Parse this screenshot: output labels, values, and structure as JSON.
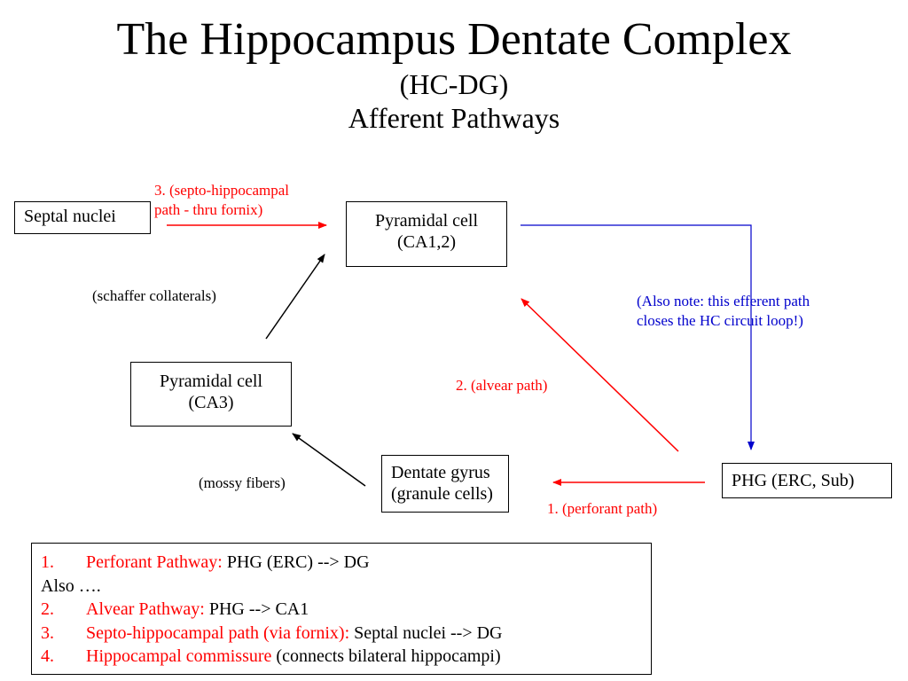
{
  "title": {
    "main": "The Hippocampus Dentate Complex",
    "line2": "(HC-DG)",
    "line3": "Afferent Pathways"
  },
  "nodes": {
    "septal": "Septal nuclei",
    "ca12_line1": "Pyramidal cell",
    "ca12_line2": "(CA1,2)",
    "ca3_line1": "Pyramidal cell",
    "ca3_line2": "(CA3)",
    "dg_line1": "Dentate gyrus",
    "dg_line2": "(granule cells)",
    "phg": "PHG (ERC, Sub)"
  },
  "edge_labels": {
    "septo_line1": "3. (septo-hippocampal",
    "septo_line2": "path - thru fornix)",
    "schaffer": "(schaffer collaterals)",
    "note_line1": "(Also note: this efferent path",
    "note_line2": "closes the HC circuit loop!)",
    "alvear": "2. (alvear path)",
    "mossy": "(mossy fibers)",
    "perforant": "1. (perforant path)"
  },
  "legend": {
    "items": [
      {
        "num": "1.",
        "colored": "Perforant Pathway:",
        "rest": " PHG (ERC) --> DG"
      },
      {
        "plain": "Also …."
      },
      {
        "num": "2.",
        "colored": "Alvear Pathway:",
        "rest": " PHG --> CA1"
      },
      {
        "num": "3.",
        "colored": "Septo-hippocampal path (via fornix):",
        "rest": " Septal nuclei --> DG"
      },
      {
        "num": "4.",
        "colored": "Hippocampal commissure",
        "rest": " (connects bilateral hippocampi)"
      }
    ]
  },
  "colors": {
    "afferent": "#ff0000",
    "efferent": "#0000cc",
    "intrinsic": "#000000"
  }
}
